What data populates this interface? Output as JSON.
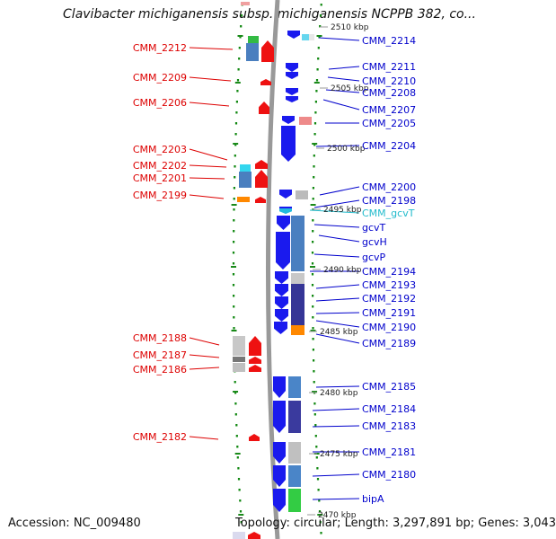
{
  "title": "Clavibacter michiganensis subsp. michiganensis NCPPB 382, co...",
  "footer": {
    "accession": "Accession: NC_009480",
    "summary": "Topology: circular; Length: 3,297,891 bp; Genes: 3,043"
  },
  "colors": {
    "left_strand_label": "#dd0000",
    "right_strand_label": "#0000cc",
    "rna_label": "#22bbcc",
    "backbone": "#888888",
    "ruler_dots": "#118811"
  },
  "ticks": [
    "2510 kbp",
    "2505 kbp",
    "2500 kbp",
    "2495 kbp",
    "2490 kbp",
    "2485 kbp",
    "2480 kbp",
    "2475 kbp",
    "2470 kbp"
  ],
  "left_labels": [
    "CMM_2212",
    "CMM_2209",
    "CMM_2206",
    "CMM_2203",
    "CMM_2202",
    "CMM_2201",
    "CMM_2199",
    "CMM_2188",
    "CMM_2187",
    "CMM_2186",
    "CMM_2182"
  ],
  "right_labels": [
    "CMM_2214",
    "CMM_2211",
    "CMM_2210",
    "CMM_2208",
    "CMM_2207",
    "CMM_2205",
    "CMM_2204",
    "CMM_2200",
    "CMM_2198",
    "CMM_gcvT",
    "gcvT",
    "gcvH",
    "gcvP",
    "CMM_2194",
    "CMM_2193",
    "CMM_2192",
    "CMM_2191",
    "CMM_2190",
    "CMM_2189",
    "CMM_2185",
    "CMM_2184",
    "CMM_2183",
    "CMM_2181",
    "CMM_2180",
    "bipA"
  ]
}
